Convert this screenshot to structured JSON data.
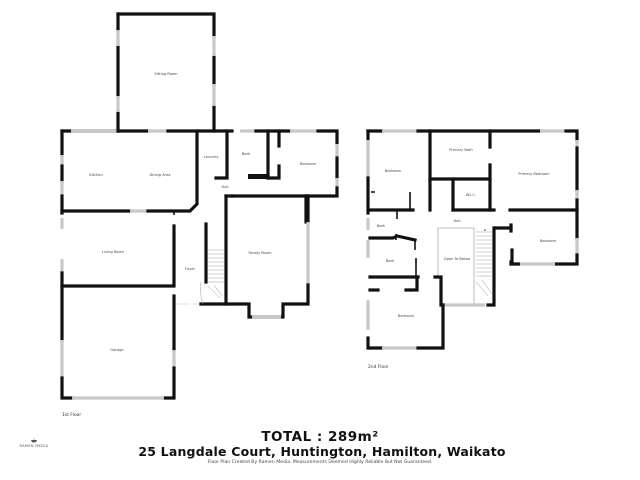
{
  "plan": {
    "floors": [
      {
        "label": "1st Floor",
        "rooms": [
          {
            "name": "Sitting Room"
          },
          {
            "name": "Kitchen"
          },
          {
            "name": "Dining Area"
          },
          {
            "name": "Laundry"
          },
          {
            "name": "Bath"
          },
          {
            "name": "Bedroom"
          },
          {
            "name": "Hall"
          },
          {
            "name": "Living Room"
          },
          {
            "name": "Foyer"
          },
          {
            "name": "Family Room"
          },
          {
            "name": "Garage"
          }
        ]
      },
      {
        "label": "2nd Floor",
        "rooms": [
          {
            "name": "Bedroom"
          },
          {
            "name": "Primary Bath"
          },
          {
            "name": "Primary Bedroom"
          },
          {
            "name": "W.I.C."
          },
          {
            "name": "Hall"
          },
          {
            "name": "Bath"
          },
          {
            "name": "Bath"
          },
          {
            "name": "Open To Below"
          },
          {
            "name": "Bedroom"
          },
          {
            "name": "Bedroom"
          }
        ]
      }
    ]
  },
  "footer": {
    "total": "TOTAL : 289m²",
    "address": "25 Langdale Court, Huntington, Hamilton, Waikato",
    "disclaimer": "Floor Plan Created By Ramen Media. Measurements Deemed Highly Reliable But Not Guaranteed."
  },
  "logo": {
    "text": "RAMEN MEDIA",
    "icon": "ramen-bowl-icon"
  },
  "colors": {
    "wall": "#111111",
    "window": "#c8c8c8",
    "text": "#111111",
    "background": "#ffffff"
  }
}
